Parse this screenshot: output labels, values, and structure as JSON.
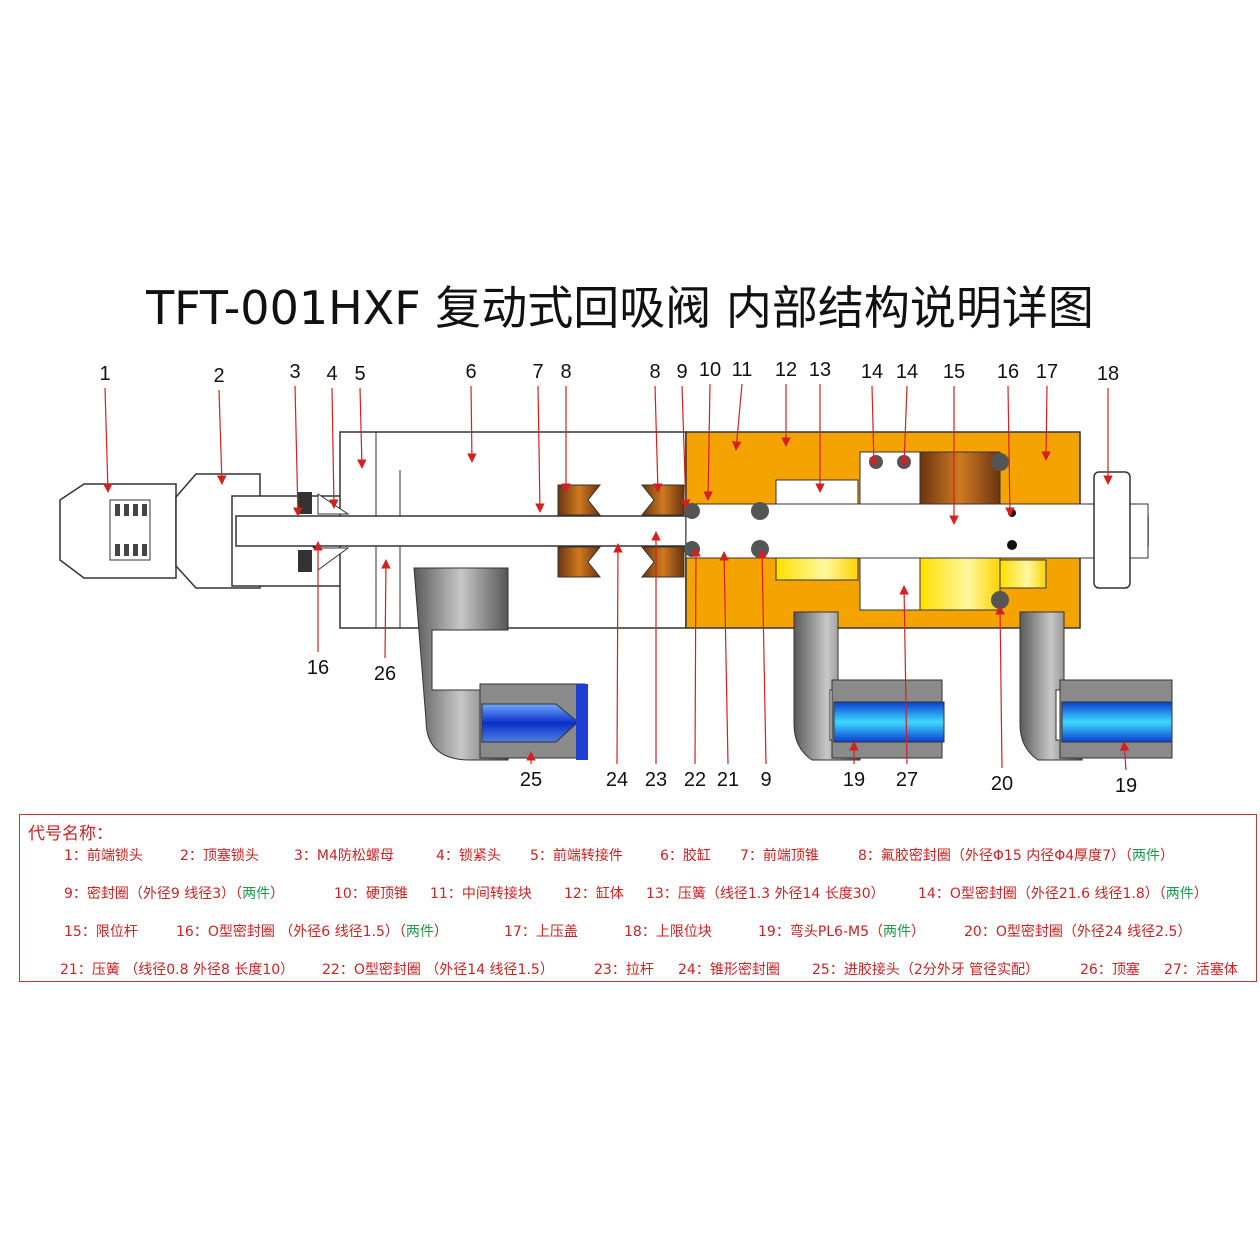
{
  "title": "TFT-001HXF 复动式回吸阀 内部结构说明详图",
  "callouts": [
    "1",
    "2",
    "3",
    "4",
    "5",
    "6",
    "7",
    "8",
    "8",
    "9",
    "10",
    "11",
    "12",
    "13",
    "14",
    "14",
    "15",
    "16",
    "17",
    "18",
    "16",
    "26",
    "25",
    "24",
    "23",
    "22",
    "21",
    "9",
    "19",
    "27",
    "20",
    "19"
  ],
  "legend": {
    "heading": "代号名称：",
    "rows": [
      [
        {
          "text": "1：前端锁头"
        },
        {
          "text": "2：顶塞锁头"
        },
        {
          "text": "3：M4防松螺母"
        },
        {
          "text": "4：锁紧头"
        },
        {
          "text": "5：前端转接件"
        },
        {
          "text": "6：胶缸"
        },
        {
          "text": "7：前端顶锥"
        },
        {
          "text": "8：氟胶密封圈（外径Φ15 内径Φ4厚度7）（",
          "green": "两件",
          "tail": "）"
        }
      ],
      [
        {
          "text": "9：密封圈（外径9 线径3）（",
          "green": "两件",
          "tail": "）"
        },
        {
          "text": "10：硬顶锥"
        },
        {
          "text": "11：中间转接块"
        },
        {
          "text": "12：缸体"
        },
        {
          "text": "13：压簧（线径1.3 外径14 长度30）"
        },
        {
          "text": "14：O型密封圈（外径21.6 线径1.8）（",
          "green": "两件",
          "tail": "）"
        }
      ],
      [
        {
          "text": "15：限位杆"
        },
        {
          "text": "16：O型密封圈 （外径6 线径1.5）（",
          "green": "两件",
          "tail": "）"
        },
        {
          "text": "17：上压盖"
        },
        {
          "text": "18：上限位块"
        },
        {
          "text": "19：弯头PL6-M5（",
          "green": "两件",
          "tail": "）"
        },
        {
          "text": "20：O型密封圈（外径24 线径2.5）"
        }
      ],
      [
        {
          "text": "21：压簧 （线径0.8 外径8 长度10）"
        },
        {
          "text": "22：O型密封圈 （外径14  线径1.5）"
        },
        {
          "text": "23：拉杆"
        },
        {
          "text": "24：锥形密封圈"
        },
        {
          "text": "25：进胶接头（2分外牙 管径实配）"
        },
        {
          "text": "26：顶塞"
        },
        {
          "text": "27：活塞体"
        }
      ]
    ]
  },
  "colors": {
    "callout_line": "#d42020",
    "body_orange": "#f5a300",
    "seal_brown": "#c06a10",
    "fitting_blue": "#1f3fd0",
    "legend_red": "#cc2222",
    "legend_green": "#22994a"
  }
}
